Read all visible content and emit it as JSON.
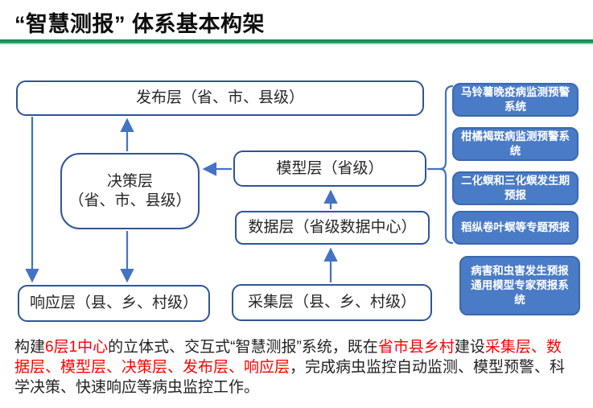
{
  "title": "“智慧测报” 体系基本构架",
  "colors": {
    "accent_green": "#17A05E",
    "node_border": "#2F5597",
    "arrow_blue": "#4472C4",
    "system_box_fill": "#4A7BC6",
    "highlight_red": "#FF0000"
  },
  "diagram": {
    "nodes": {
      "publish": "发布层（省、市、县级）",
      "decision": "决策层\n（省、市、县级）",
      "model": "模型层（省级）",
      "data": "数据层（省级数据中心）",
      "response": "响应层（县、乡、村级）",
      "collect": "采集层（县、乡、村级）"
    },
    "systems": [
      "马铃薯晚疫病监测预警系统",
      "柑橘褐斑病监测预警系统",
      "二化螟和三化螟发生期预报",
      "稻纵卷叶螟等专题预报",
      "病害和虫害发生预报通用模型专家预报系统"
    ]
  },
  "footer": {
    "segments": [
      {
        "text": "构建",
        "color": "black"
      },
      {
        "text": "6层1中心",
        "color": "red"
      },
      {
        "text": "的立体式、交互式“智慧测报”系统，既在",
        "color": "black"
      },
      {
        "text": "省市县乡村",
        "color": "red"
      },
      {
        "text": "建设",
        "color": "black"
      },
      {
        "text": "采集层、数据层、模型层、决策层、发布层、响应层",
        "color": "red"
      },
      {
        "text": "，完成病虫监控自动监测、模型预警、科学决策、快速响应等病虫监控工作。",
        "color": "black"
      }
    ]
  }
}
